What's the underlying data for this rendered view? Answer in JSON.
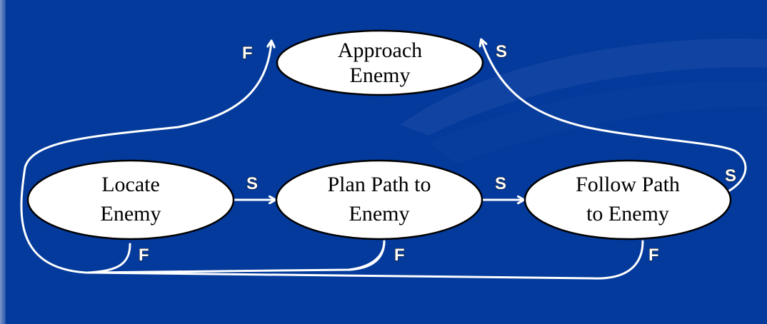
{
  "colors": {
    "background": "#033a9b",
    "node_fill": "#ffffff",
    "node_stroke": "#000000",
    "edge": "#ffffff"
  },
  "nodes": {
    "approach_enemy": {
      "line1": "Approach",
      "line2": "Enemy"
    },
    "locate_enemy": {
      "line1": "Locate",
      "line2": "Enemy"
    },
    "plan_path": {
      "line1": "Plan Path to",
      "line2": "Enemy"
    },
    "follow_path": {
      "line1": "Follow Path",
      "line2": "to Enemy"
    }
  },
  "edge_labels": {
    "locate_to_approach_fail": "F",
    "follow_to_approach_success": "S",
    "locate_to_plan_success": "S",
    "plan_to_follow_success": "S",
    "follow_loop_success": "S",
    "locate_fail": "F",
    "plan_fail": "F",
    "follow_fail": "F"
  }
}
